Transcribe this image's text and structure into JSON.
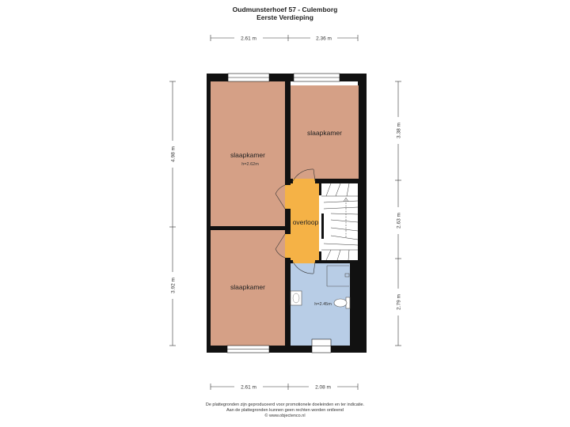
{
  "title": {
    "address": "Oudmunsterhoef 57 - Culemborg",
    "floor": "Eerste Verdieping"
  },
  "dimensions": {
    "top": [
      "2.61 m",
      "2.36 m"
    ],
    "bottom": [
      "2.61 m",
      "2.08 m"
    ],
    "left": [
      "4.98 m",
      "3.92 m"
    ],
    "right": [
      "3.38 m",
      "2.63 m",
      "2.79 m"
    ]
  },
  "rooms": {
    "bedroom_top_left": {
      "label": "slaapkamer",
      "height": "h=2.62m"
    },
    "bedroom_top_right": {
      "label": "slaapkamer"
    },
    "landing": {
      "label": "overloop"
    },
    "bedroom_bottom_left": {
      "label": "slaapkamer"
    },
    "bathroom": {
      "height": "h=2.45m"
    }
  },
  "colors": {
    "wall": "#111111",
    "bedroom": "#d5a086",
    "landing": "#f5b246",
    "bathroom": "#b8cde6",
    "stairs": "#ffffff"
  },
  "disclaimer": {
    "line1": "De plattegronden zijn geproduceerd voor promotionele doeleinden en ter indicatie.",
    "line2": "Aan de plattegronden kunnen geen rechten worden ontleend",
    "line3": "© www.objectenco.nl"
  }
}
